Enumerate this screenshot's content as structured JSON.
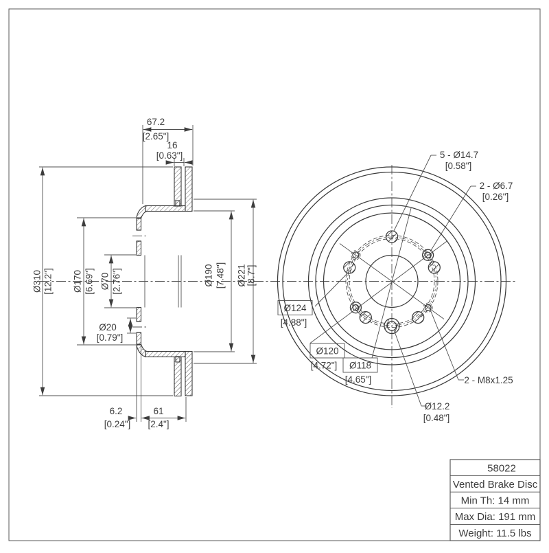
{
  "drawing": {
    "section_view": {
      "dims": {
        "w672_mm": "67.2",
        "w672_in": "[2.65\"]",
        "t16_mm": "16",
        "t16_in": "[0.63\"]",
        "d310_mm": "Ø310",
        "d310_in": "[12.2\"]",
        "d170_mm": "Ø170",
        "d170_in": "[6.69\"]",
        "d70_mm": "Ø70",
        "d70_in": "[2.76\"]",
        "d20_mm": "Ø20",
        "d20_in": "[0.79\"]",
        "d190_mm": "Ø190",
        "d190_in": "[7.48\"]",
        "d221_mm": "Ø221",
        "d221_in": "[8.7\"]",
        "o62_mm": "6.2",
        "o62_in": "[0.24\"]",
        "h61_mm": "61",
        "h61_in": "[2.4\"]"
      }
    },
    "front_view": {
      "callouts": {
        "lug_mm": "5 - Ø14.7",
        "lug_in": "[0.58\"]",
        "small_mm": "2 - Ø6.7",
        "small_in": "[0.26\"]",
        "bc124": "Ø124",
        "bc124_in": "[4.88\"]",
        "bc120": "Ø120",
        "bc120_in": "[4.72\"]",
        "bc118": "Ø118",
        "bc118_in": "[4.65\"]",
        "thread": "2 - M8x1.25",
        "ch_mm": "Ø12.2",
        "ch_in": "[0.48\"]"
      }
    },
    "title_block": {
      "part_number": "58022",
      "description": "Vented Brake Disc",
      "min_thickness": "Min Th: 14 mm",
      "max_diameter": "Max Dia: 191 mm",
      "weight": "Weight: 11.5 lbs"
    }
  }
}
